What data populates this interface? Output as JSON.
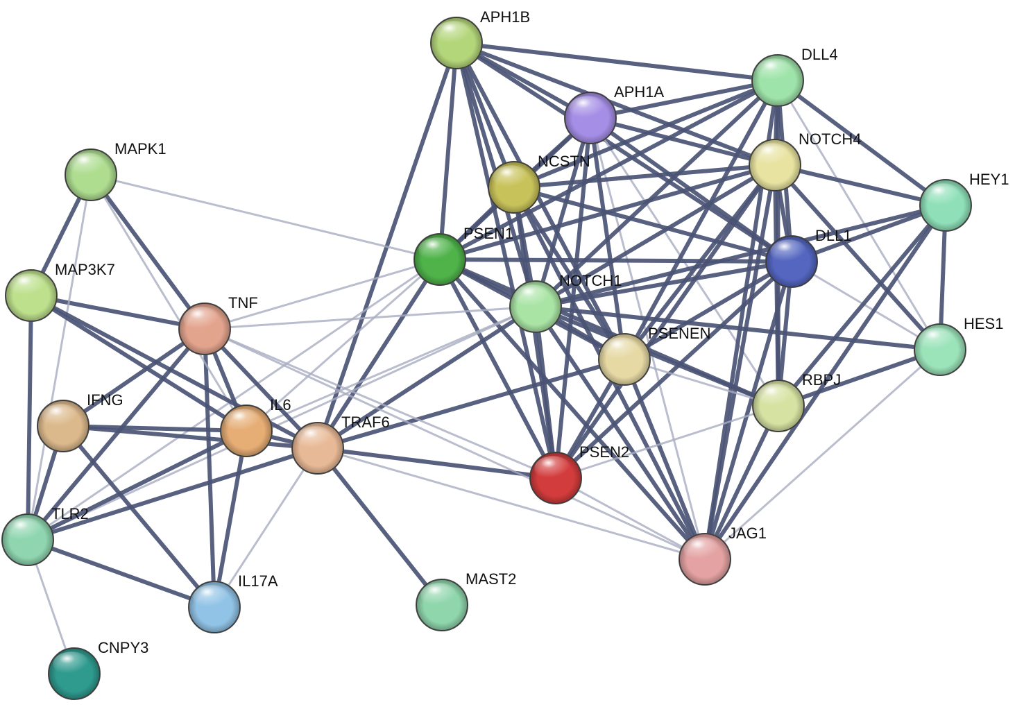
{
  "network": {
    "nodes": [
      {
        "id": "APH1B",
        "label": "APH1B",
        "color": "#b4d67a"
      },
      {
        "id": "DLL4",
        "label": "DLL4",
        "color": "#9ee3a9"
      },
      {
        "id": "APH1A",
        "label": "APH1A",
        "color": "#a58ee6"
      },
      {
        "id": "NCSTN",
        "label": "NCSTN",
        "color": "#c8c25a"
      },
      {
        "id": "NOTCH4",
        "label": "NOTCH4",
        "color": "#e8e3a0"
      },
      {
        "id": "MAPK1",
        "label": "MAPK1",
        "color": "#aedd90"
      },
      {
        "id": "HEY1",
        "label": "HEY1",
        "color": "#8fe0b9"
      },
      {
        "id": "PSEN1",
        "label": "PSEN1",
        "color": "#4fb34a"
      },
      {
        "id": "DLL1",
        "label": "DLL1",
        "color": "#5466c0"
      },
      {
        "id": "MAP3K7",
        "label": "MAP3K7",
        "color": "#bde08c"
      },
      {
        "id": "NOTCH1",
        "label": "NOTCH1",
        "color": "#a9e4a4"
      },
      {
        "id": "TNF",
        "label": "TNF",
        "color": "#e3a48e"
      },
      {
        "id": "HES1",
        "label": "HES1",
        "color": "#9be3b9"
      },
      {
        "id": "PSENEN",
        "label": "PSENEN",
        "color": "#e6d9a4"
      },
      {
        "id": "RBPJ",
        "label": "RBPJ",
        "color": "#d6e2a2"
      },
      {
        "id": "IFNG",
        "label": "IFNG",
        "color": "#dcb98c"
      },
      {
        "id": "IL6",
        "label": "IL6",
        "color": "#e6ad74"
      },
      {
        "id": "TRAF6",
        "label": "TRAF6",
        "color": "#e8b996"
      },
      {
        "id": "PSEN2",
        "label": "PSEN2",
        "color": "#d33c3c"
      },
      {
        "id": "TLR2",
        "label": "TLR2",
        "color": "#8fd6b0"
      },
      {
        "id": "JAG1",
        "label": "JAG1",
        "color": "#e4a2a2"
      },
      {
        "id": "IL17A",
        "label": "IL17A",
        "color": "#91c3e6"
      },
      {
        "id": "MAST2",
        "label": "MAST2",
        "color": "#8fd6ac"
      },
      {
        "id": "CNPY3",
        "label": "CNPY3",
        "color": "#2f9a8e"
      }
    ],
    "edges": [
      {
        "a": "APH1B",
        "b": "DLL4",
        "w": 1
      },
      {
        "a": "APH1B",
        "b": "APH1A",
        "w": 1
      },
      {
        "a": "APH1B",
        "b": "NCSTN",
        "w": 1
      },
      {
        "a": "APH1B",
        "b": "NOTCH4",
        "w": 1
      },
      {
        "a": "APH1B",
        "b": "PSEN1",
        "w": 1
      },
      {
        "a": "APH1B",
        "b": "DLL1",
        "w": 1
      },
      {
        "a": "APH1B",
        "b": "NOTCH1",
        "w": 1
      },
      {
        "a": "APH1B",
        "b": "PSENEN",
        "w": 1
      },
      {
        "a": "APH1B",
        "b": "PSEN2",
        "w": 1
      },
      {
        "a": "APH1B",
        "b": "TRAF6",
        "w": 1
      },
      {
        "a": "APH1A",
        "b": "DLL4",
        "w": 1
      },
      {
        "a": "APH1A",
        "b": "NCSTN",
        "w": 1
      },
      {
        "a": "APH1A",
        "b": "NOTCH4",
        "w": 1
      },
      {
        "a": "APH1A",
        "b": "PSEN1",
        "w": 1
      },
      {
        "a": "APH1A",
        "b": "DLL1",
        "w": 1
      },
      {
        "a": "APH1A",
        "b": "NOTCH1",
        "w": 1
      },
      {
        "a": "APH1A",
        "b": "PSENEN",
        "w": 1
      },
      {
        "a": "APH1A",
        "b": "PSEN2",
        "w": 1
      },
      {
        "a": "APH1A",
        "b": "JAG1",
        "w": 0.3
      },
      {
        "a": "APH1A",
        "b": "RBPJ",
        "w": 0.3
      },
      {
        "a": "DLL4",
        "b": "NCSTN",
        "w": 1
      },
      {
        "a": "DLL4",
        "b": "NOTCH4",
        "w": 1
      },
      {
        "a": "DLL4",
        "b": "PSEN1",
        "w": 1
      },
      {
        "a": "DLL4",
        "b": "DLL1",
        "w": 1
      },
      {
        "a": "DLL4",
        "b": "NOTCH1",
        "w": 1
      },
      {
        "a": "DLL4",
        "b": "HEY1",
        "w": 1
      },
      {
        "a": "DLL4",
        "b": "HES1",
        "w": 0.3
      },
      {
        "a": "DLL4",
        "b": "JAG1",
        "w": 1
      },
      {
        "a": "DLL4",
        "b": "RBPJ",
        "w": 1
      },
      {
        "a": "DLL4",
        "b": "PSENEN",
        "w": 1
      },
      {
        "a": "NCSTN",
        "b": "NOTCH4",
        "w": 1
      },
      {
        "a": "NCSTN",
        "b": "PSEN1",
        "w": 1
      },
      {
        "a": "NCSTN",
        "b": "DLL1",
        "w": 1
      },
      {
        "a": "NCSTN",
        "b": "NOTCH1",
        "w": 1
      },
      {
        "a": "NCSTN",
        "b": "PSENEN",
        "w": 1
      },
      {
        "a": "NCSTN",
        "b": "PSEN2",
        "w": 1
      },
      {
        "a": "NCSTN",
        "b": "JAG1",
        "w": 1
      },
      {
        "a": "NOTCH4",
        "b": "PSEN1",
        "w": 1
      },
      {
        "a": "NOTCH4",
        "b": "DLL1",
        "w": 1
      },
      {
        "a": "NOTCH4",
        "b": "NOTCH1",
        "w": 1
      },
      {
        "a": "NOTCH4",
        "b": "HEY1",
        "w": 1
      },
      {
        "a": "NOTCH4",
        "b": "HES1",
        "w": 1
      },
      {
        "a": "NOTCH4",
        "b": "JAG1",
        "w": 1
      },
      {
        "a": "NOTCH4",
        "b": "RBPJ",
        "w": 1
      },
      {
        "a": "NOTCH4",
        "b": "PSENEN",
        "w": 1
      },
      {
        "a": "NOTCH4",
        "b": "PSEN2",
        "w": 1
      },
      {
        "a": "PSEN1",
        "b": "DLL1",
        "w": 1
      },
      {
        "a": "PSEN1",
        "b": "NOTCH1",
        "w": 1
      },
      {
        "a": "PSEN1",
        "b": "PSENEN",
        "w": 1
      },
      {
        "a": "PSEN1",
        "b": "PSEN2",
        "w": 1
      },
      {
        "a": "PSEN1",
        "b": "TRAF6",
        "w": 1
      },
      {
        "a": "PSEN1",
        "b": "JAG1",
        "w": 1
      },
      {
        "a": "PSEN1",
        "b": "RBPJ",
        "w": 1
      },
      {
        "a": "PSEN1",
        "b": "MAPK1",
        "w": 0.3
      },
      {
        "a": "PSEN1",
        "b": "TNF",
        "w": 0.3
      },
      {
        "a": "PSEN1",
        "b": "IL6",
        "w": 0.3
      },
      {
        "a": "PSEN1",
        "b": "TLR2",
        "w": 0.3
      },
      {
        "a": "DLL1",
        "b": "NOTCH1",
        "w": 1
      },
      {
        "a": "DLL1",
        "b": "HEY1",
        "w": 1
      },
      {
        "a": "DLL1",
        "b": "HES1",
        "w": 0.3
      },
      {
        "a": "DLL1",
        "b": "JAG1",
        "w": 1
      },
      {
        "a": "DLL1",
        "b": "RBPJ",
        "w": 1
      },
      {
        "a": "DLL1",
        "b": "PSENEN",
        "w": 1
      },
      {
        "a": "DLL1",
        "b": "PSEN2",
        "w": 1
      },
      {
        "a": "NOTCH1",
        "b": "PSENEN",
        "w": 1
      },
      {
        "a": "NOTCH1",
        "b": "PSEN2",
        "w": 1
      },
      {
        "a": "NOTCH1",
        "b": "JAG1",
        "w": 1
      },
      {
        "a": "NOTCH1",
        "b": "RBPJ",
        "w": 1
      },
      {
        "a": "NOTCH1",
        "b": "HES1",
        "w": 1
      },
      {
        "a": "NOTCH1",
        "b": "HEY1",
        "w": 1
      },
      {
        "a": "NOTCH1",
        "b": "TRAF6",
        "w": 1
      },
      {
        "a": "NOTCH1",
        "b": "TNF",
        "w": 0.3
      },
      {
        "a": "NOTCH1",
        "b": "IL6",
        "w": 0.3
      },
      {
        "a": "NOTCH1",
        "b": "TLR2",
        "w": 0.3
      },
      {
        "a": "PSENEN",
        "b": "PSEN2",
        "w": 1
      },
      {
        "a": "PSENEN",
        "b": "JAG1",
        "w": 1
      },
      {
        "a": "PSENEN",
        "b": "TRAF6",
        "w": 1
      },
      {
        "a": "PSENEN",
        "b": "RBPJ",
        "w": 0.3
      },
      {
        "a": "HEY1",
        "b": "HES1",
        "w": 1
      },
      {
        "a": "HEY1",
        "b": "RBPJ",
        "w": 1
      },
      {
        "a": "HEY1",
        "b": "JAG1",
        "w": 1
      },
      {
        "a": "HES1",
        "b": "RBPJ",
        "w": 1
      },
      {
        "a": "HES1",
        "b": "JAG1",
        "w": 0.3
      },
      {
        "a": "RBPJ",
        "b": "JAG1",
        "w": 1
      },
      {
        "a": "RBPJ",
        "b": "PSEN2",
        "w": 0.3
      },
      {
        "a": "PSEN2",
        "b": "JAG1",
        "w": 0.3
      },
      {
        "a": "PSEN2",
        "b": "TRAF6",
        "w": 1
      },
      {
        "a": "TRAF6",
        "b": "JAG1",
        "w": 0.3
      },
      {
        "a": "TNF",
        "b": "MAPK1",
        "w": 1
      },
      {
        "a": "TNF",
        "b": "MAP3K7",
        "w": 1
      },
      {
        "a": "TNF",
        "b": "IFNG",
        "w": 1
      },
      {
        "a": "TNF",
        "b": "IL6",
        "w": 1
      },
      {
        "a": "TNF",
        "b": "TRAF6",
        "w": 1
      },
      {
        "a": "TNF",
        "b": "TLR2",
        "w": 1
      },
      {
        "a": "TNF",
        "b": "IL17A",
        "w": 1
      },
      {
        "a": "TNF",
        "b": "PSEN2",
        "w": 0.3
      },
      {
        "a": "TNF",
        "b": "JAG1",
        "w": 0.3
      },
      {
        "a": "MAPK1",
        "b": "MAP3K7",
        "w": 1
      },
      {
        "a": "MAPK1",
        "b": "IL6",
        "w": 0.3
      },
      {
        "a": "MAPK1",
        "b": "TLR2",
        "w": 0.3
      },
      {
        "a": "MAP3K7",
        "b": "TLR2",
        "w": 1
      },
      {
        "a": "MAP3K7",
        "b": "TRAF6",
        "w": 1
      },
      {
        "a": "MAP3K7",
        "b": "IL6",
        "w": 1
      },
      {
        "a": "IFNG",
        "b": "IL6",
        "w": 1
      },
      {
        "a": "IFNG",
        "b": "TLR2",
        "w": 1
      },
      {
        "a": "IFNG",
        "b": "IL17A",
        "w": 1
      },
      {
        "a": "IFNG",
        "b": "TRAF6",
        "w": 1
      },
      {
        "a": "IL6",
        "b": "TRAF6",
        "w": 1
      },
      {
        "a": "IL6",
        "b": "TLR2",
        "w": 1
      },
      {
        "a": "IL6",
        "b": "IL17A",
        "w": 1
      },
      {
        "a": "TRAF6",
        "b": "TLR2",
        "w": 1
      },
      {
        "a": "TRAF6",
        "b": "IL17A",
        "w": 0.3
      },
      {
        "a": "TRAF6",
        "b": "MAST2",
        "w": 1
      },
      {
        "a": "TLR2",
        "b": "IL17A",
        "w": 1
      },
      {
        "a": "TLR2",
        "b": "CNPY3",
        "w": 0.3
      }
    ]
  }
}
